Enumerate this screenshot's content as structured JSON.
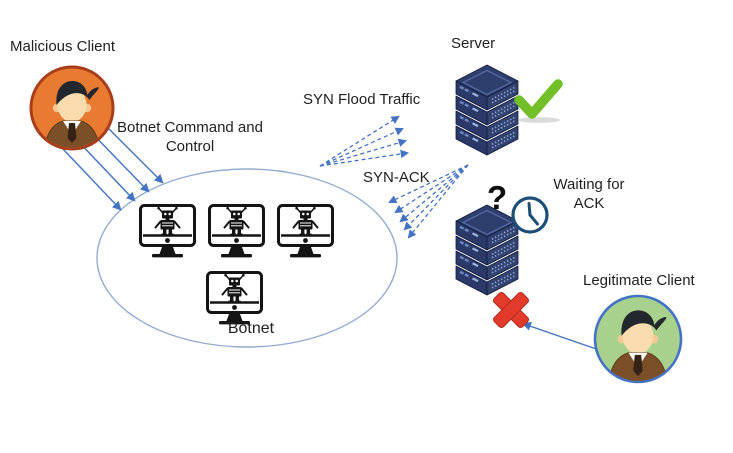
{
  "labels": {
    "malicious_client": "Malicious Client",
    "botnet_command_line1": "Botnet Command and",
    "botnet_command_line2": "Control",
    "syn_flood_traffic": "SYN Flood Traffic",
    "syn_ack": "SYN-ACK",
    "server": "Server",
    "waiting_for_ack_line1": "Waiting for",
    "waiting_for_ack_line2": "ACK",
    "botnet": "Botnet",
    "legitimate_client": "Legitimate Client",
    "question_mark": "?"
  },
  "icons": {
    "malicious_client": "person-avatar-icon",
    "legitimate_client": "person-avatar-icon",
    "botnet_node": "bot-computer-icon",
    "server_ok": "server-stack-icon",
    "server_waiting": "server-stack-icon",
    "success": "green-checkmark-icon",
    "blocked": "red-x-icon",
    "waiting": "clock-icon"
  },
  "counts": {
    "botnet_computers": 4,
    "command_arrows": 4,
    "syn_flood_arrows": 4,
    "syn_ack_arrows": 5
  },
  "colors": {
    "arrow_blue": "#4472C4",
    "ellipse_stroke": "#93ACCF",
    "text": "#1F1F1F",
    "malicious_bg": "#E97A31",
    "malicious_border": "#A83E1C",
    "legit_bg": "#A8D18D",
    "legit_border": "#4472C4",
    "server_left": "#2A3968",
    "server_right": "#32436F",
    "server_top": "#2E3F6E",
    "check_green": "#72BF2A",
    "x_red": "#E23B2C",
    "clock_blue": "#1D4F76"
  }
}
